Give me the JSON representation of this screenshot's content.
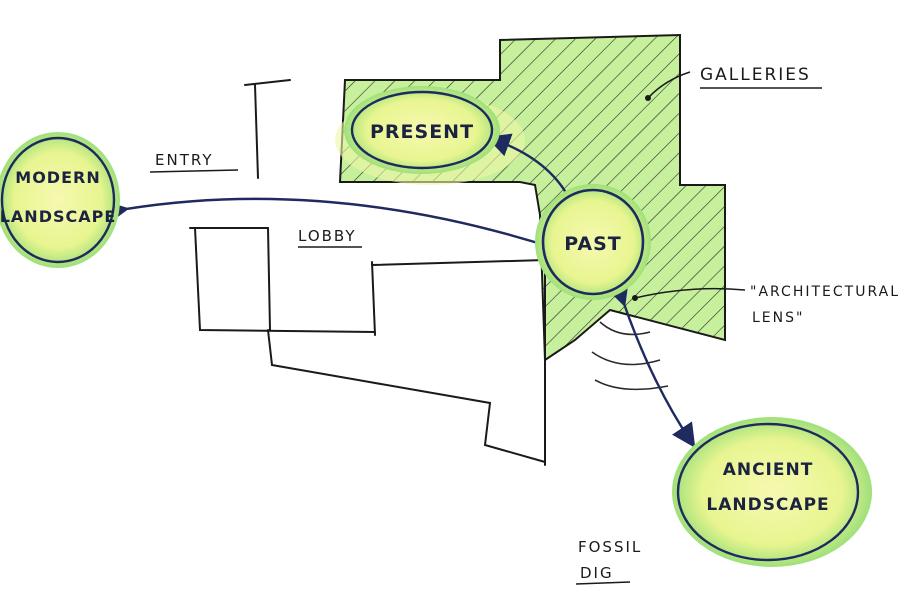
{
  "labels": {
    "galleries": "GALLERIES",
    "entry": "ENTRY",
    "lobby": "LOBBY",
    "architectural_lens_line1": "\"ARCHITECTURAL",
    "architectural_lens_line2": "LENS\"",
    "fossil_line1": "FOSSIL",
    "fossil_line2": "DIG"
  },
  "nodes": {
    "present": "PRESENT",
    "past": "PAST",
    "modern_landscape_line1": "MODERN",
    "modern_landscape_line2": "LANDSCAPE",
    "ancient_landscape_line1": "ANCIENT",
    "ancient_landscape_line2": "LANDSCAPE"
  },
  "colors": {
    "highlight_yellow": "#f4f7a0",
    "highlight_green": "#9fe07a",
    "hatch_green": "#b8ec8c",
    "ink_blue": "#1f2a5e",
    "ink_black": "#1a1a1a"
  }
}
